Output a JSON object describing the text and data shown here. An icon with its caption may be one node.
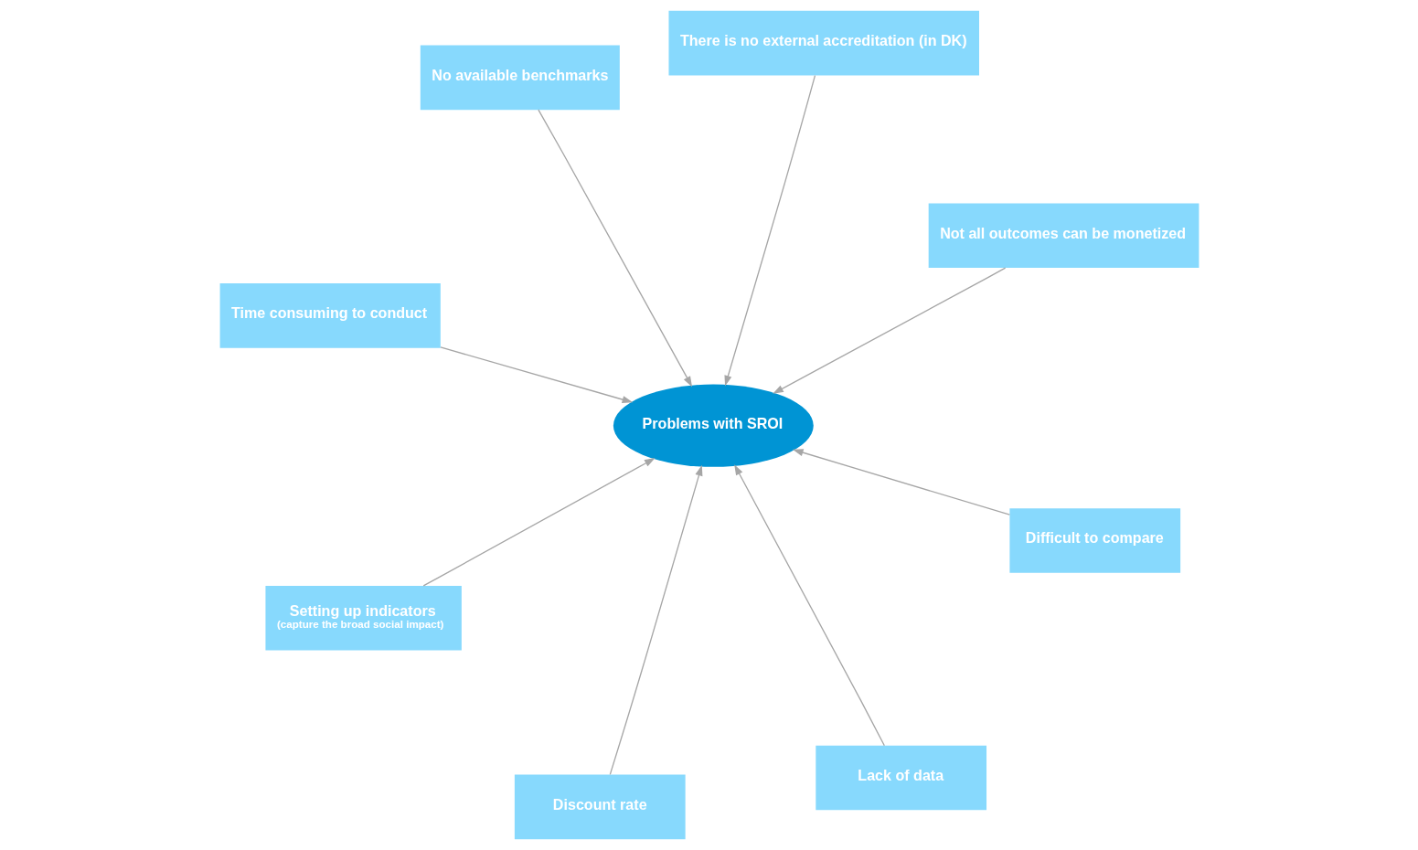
{
  "diagram": {
    "nodes": [
      {
        "text": [
          "Time consuming to conduct"
        ]
      },
      {
        "text": [
          "Not all outcomes can be monetized"
        ]
      },
      {
        "text": [
          "Lack of data"
        ]
      },
      {
        "text": [
          "There is no external accreditation (in DK)"
        ]
      },
      {
        "text": [
          "Problems with SROI"
        ]
      },
      {
        "text": [
          "No available benchmarks"
        ]
      },
      {
        "text": [
          "Setting up indicators",
          "(capture the broad social impact)"
        ]
      },
      {
        "text": [
          "Difficult to compare"
        ]
      },
      {
        "text": [
          "Discount rate"
        ]
      }
    ],
    "edges": [
      {
        "from": 0,
        "to": 4,
        "arrow": "to"
      },
      {
        "from": 1,
        "to": 4,
        "arrow": "to"
      },
      {
        "from": 2,
        "to": 4,
        "arrow": "to"
      },
      {
        "from": 3,
        "to": 4,
        "arrow": "to"
      },
      {
        "from": 5,
        "to": 4,
        "arrow": "to"
      },
      {
        "from": 6,
        "to": 4,
        "arrow": "to"
      },
      {
        "from": 7,
        "to": 4,
        "arrow": "to"
      },
      {
        "from": 8,
        "to": 4,
        "arrow": "to"
      }
    ]
  }
}
